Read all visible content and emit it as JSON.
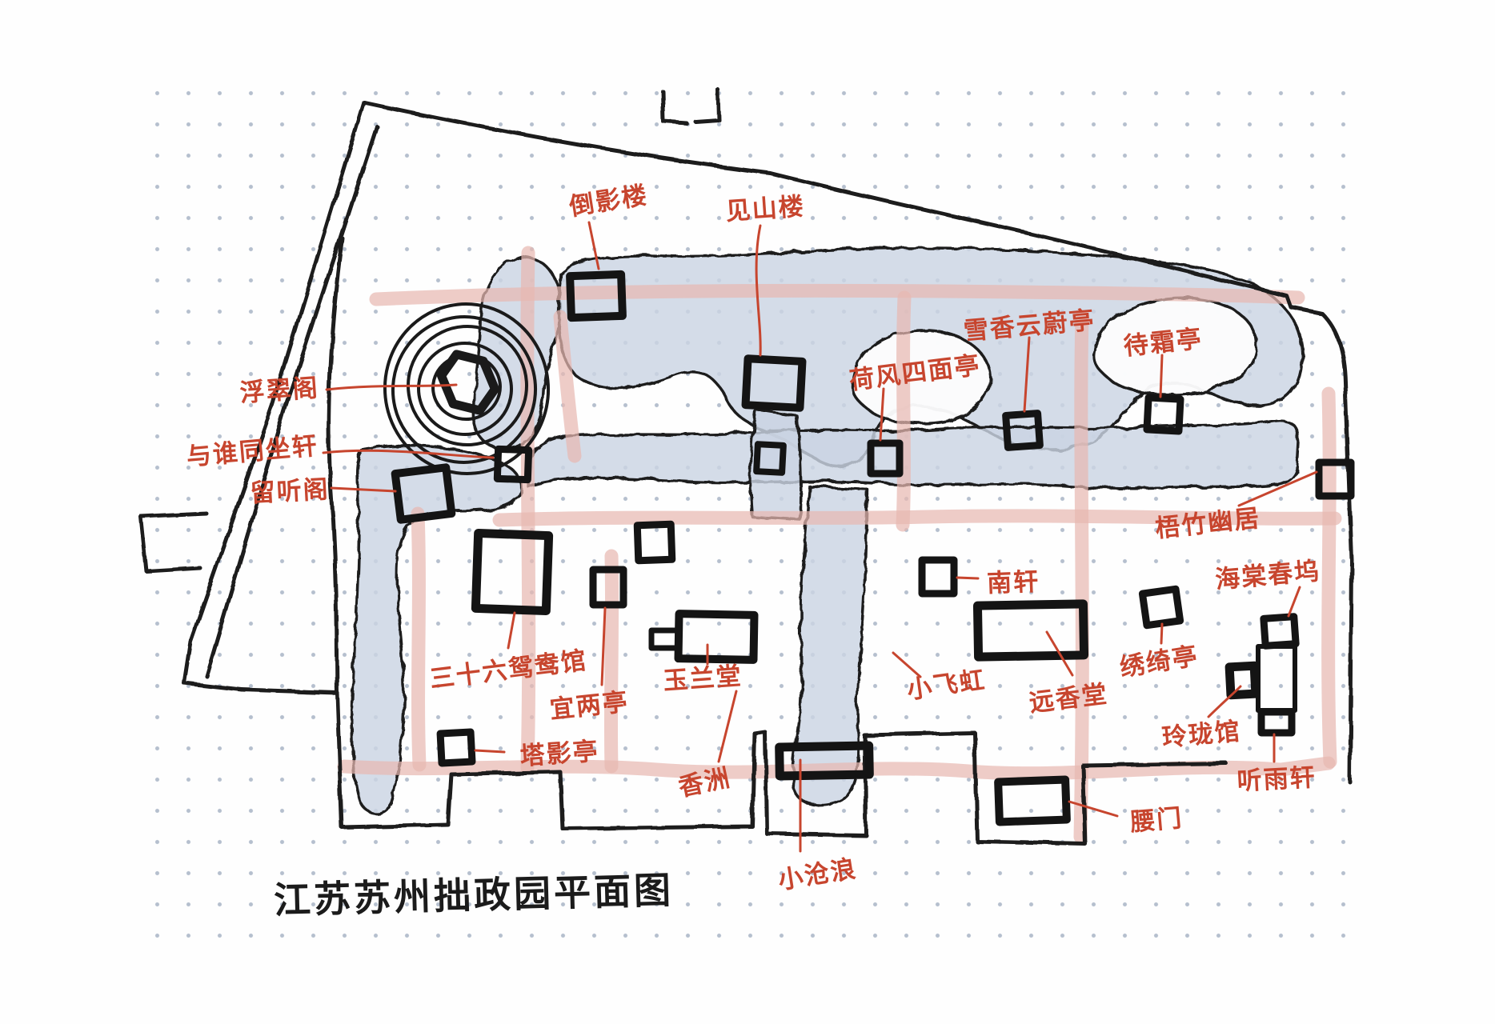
{
  "title": {
    "text": "江苏苏州拙政园平面图"
  },
  "labels": {
    "daoyinglou": {
      "text": "倒影楼"
    },
    "jianshanlou": {
      "text": "见山楼"
    },
    "xuexiangyunweiting": {
      "text": "雪香云蔚亭"
    },
    "daishuangting": {
      "text": "待霜亭"
    },
    "hefengsimianting": {
      "text": "荷风四面亭"
    },
    "fucuige": {
      "text": "浮翠阁"
    },
    "yushuitongzuoxuan": {
      "text": "与谁同坐轩"
    },
    "liutingge": {
      "text": "留听阁"
    },
    "wuzhuyouju": {
      "text": "梧竹幽居"
    },
    "haitangchunwu": {
      "text": "海棠春坞"
    },
    "nanxuan": {
      "text": "南轩"
    },
    "xiuqiting": {
      "text": "绣绮亭"
    },
    "sanshiliuyuanyangguan": {
      "text": "三十六鸳鸯馆"
    },
    "yiliangting": {
      "text": "宜两亭"
    },
    "yulantang": {
      "text": "玉兰堂"
    },
    "xiaofeihong": {
      "text": "小飞虹"
    },
    "yuanxiangtang": {
      "text": "远香堂"
    },
    "linglongguan": {
      "text": "玲珑馆"
    },
    "tingyuxuan": {
      "text": "听雨轩"
    },
    "tayingting": {
      "text": "塔影亭"
    },
    "xiangzhou": {
      "text": "香洲"
    },
    "xiaocanglang": {
      "text": "小沧浪"
    },
    "yaomen": {
      "text": "腰门"
    }
  },
  "colors": {
    "label_red": "#c7452e",
    "ink_black": "#1a1a1a",
    "water_fill": "#cbd4e3",
    "path_pink": "#e8b9b2",
    "dot_grid": "#b5bfce",
    "island_white": "#fcfcfd"
  }
}
